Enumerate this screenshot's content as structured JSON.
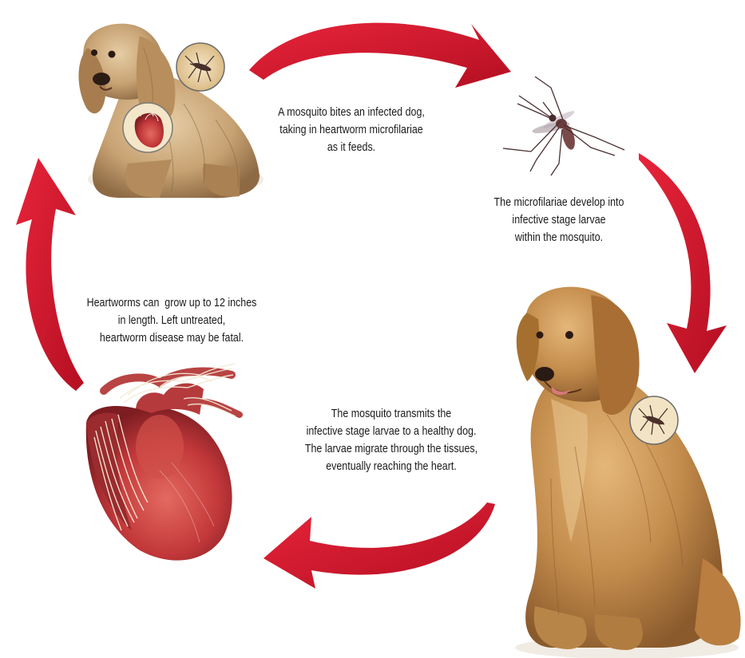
{
  "colors": {
    "arrow": "#d8142b",
    "arrow_dark": "#a30d1f",
    "cocker_fur": "#c9a57a",
    "retriever_fur": "#c99350",
    "heart_red": "#c8343a",
    "mosquito": "#7a4a44"
  },
  "icons": [
    "infected-dog",
    "healthy-dog",
    "mosquito",
    "heart-with-worms",
    "cycle-arrow"
  ],
  "steps": [
    {
      "lines": [
        "A mosquito bites an infected dog,",
        "taking in heartworm microfilariae",
        "as it feeds."
      ]
    },
    {
      "lines": [
        "The microfilariae develop into",
        "infective stage larvae",
        "within the mosquito."
      ]
    },
    {
      "lines": [
        "The mosquito transmits the",
        "infective stage larvae to a healthy dog.",
        "The larvae migrate through the tissues,",
        "eventually reaching the heart."
      ]
    },
    {
      "lines": [
        "Heartworms can  grow up to 12 inches",
        "in length. Left untreated,",
        "heartworm disease may be fatal."
      ]
    }
  ]
}
